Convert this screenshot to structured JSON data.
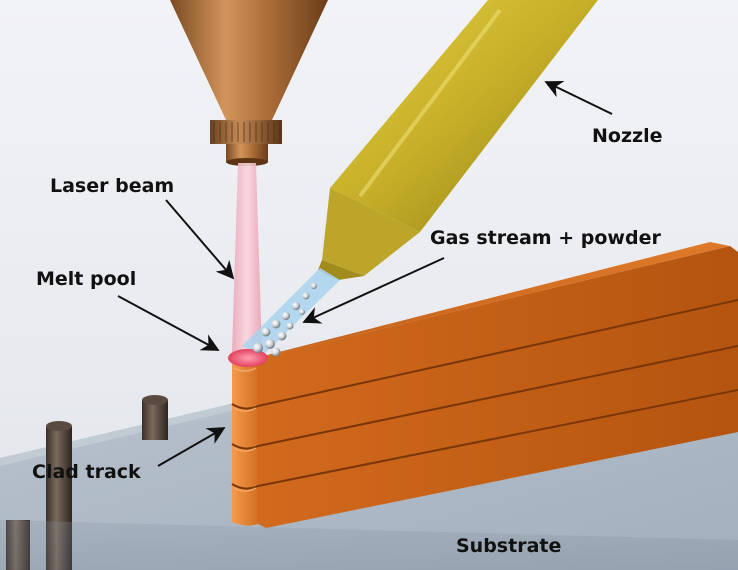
{
  "labels": {
    "nozzle": "Nozzle",
    "laser_beam": "Laser beam",
    "gas_stream": "Gas stream + powder",
    "melt_pool": "Melt pool",
    "clad_track": "Clad track",
    "substrate": "Substrate"
  },
  "colors": {
    "background": "#eef0f4",
    "substrate_top": "#aeb9c6",
    "clad_track": "#c9631a",
    "laser_head": "#b5763f",
    "nozzle": "#c7b32a",
    "laser_beam": "#f2b4c2",
    "melt_pool": "#ee5e7b",
    "powder_stream": "#a9d3ee"
  },
  "clad_layers": 4
}
